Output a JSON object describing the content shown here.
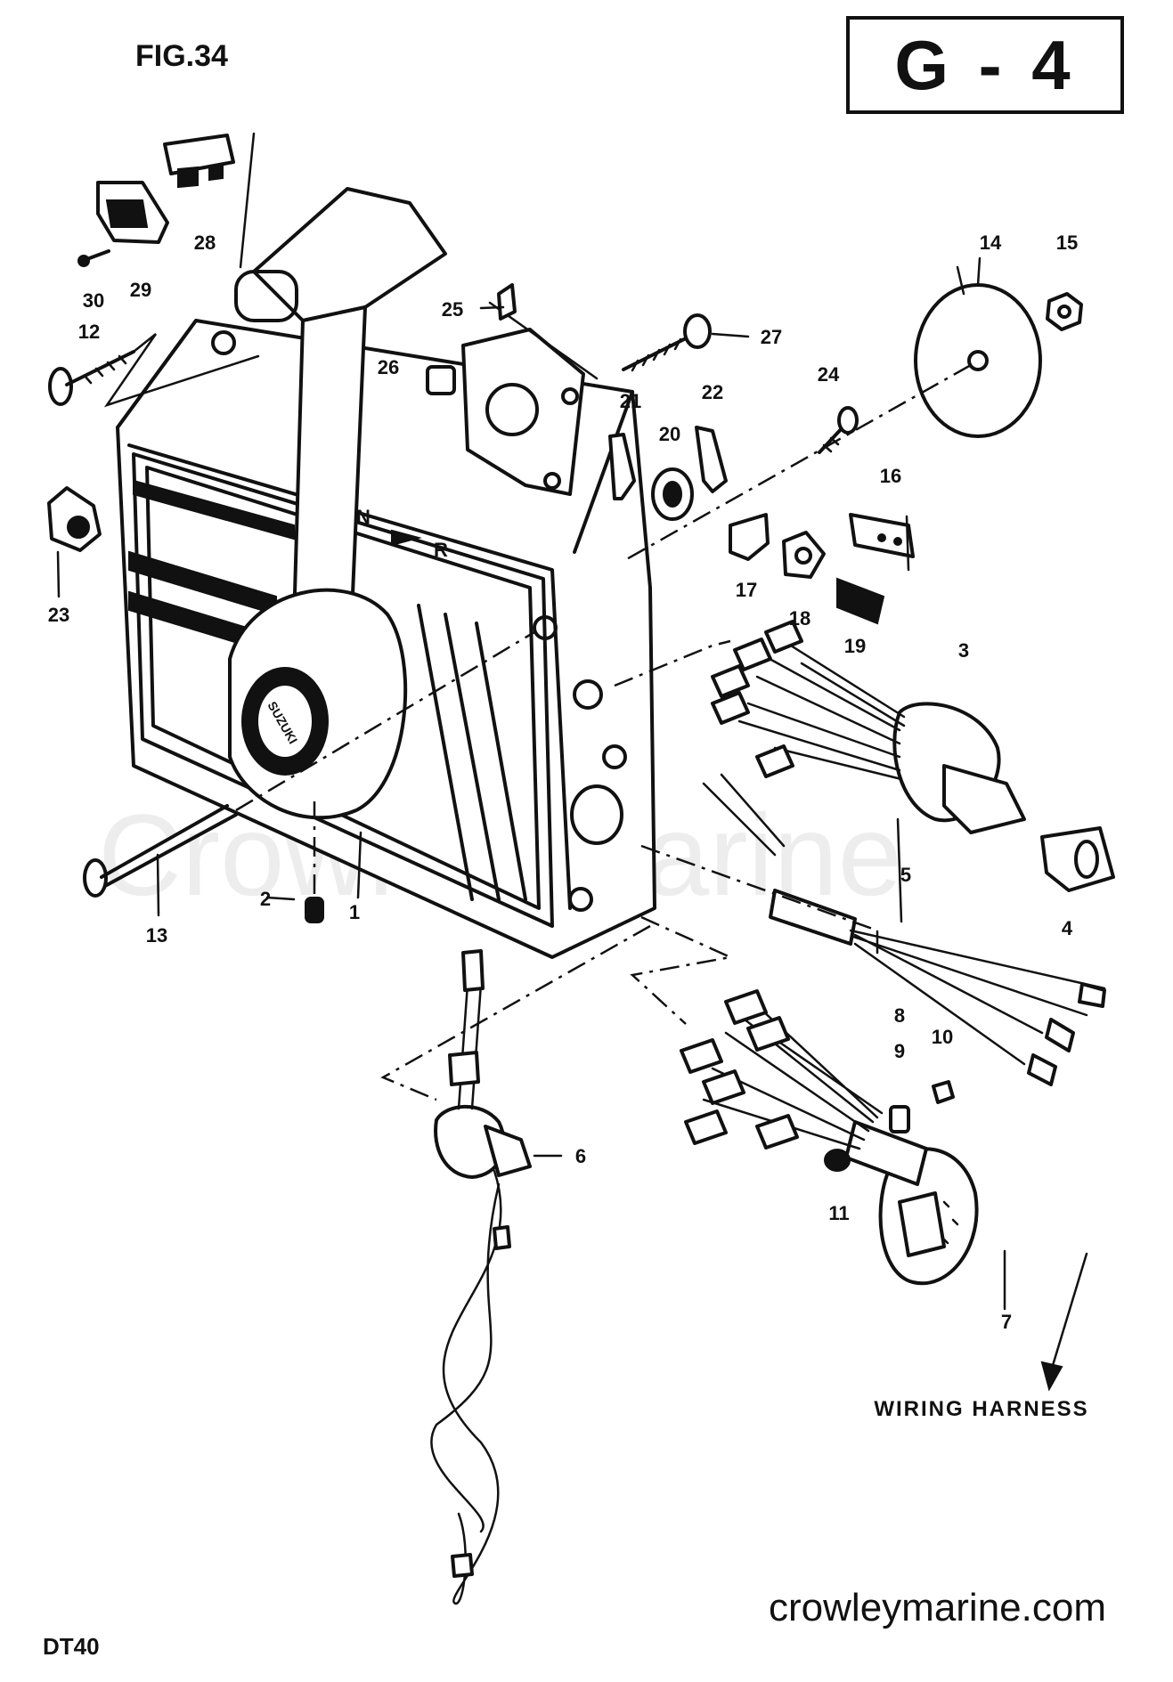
{
  "figure_title": "FIG.34",
  "section_code": "G - 4",
  "model": "DT40",
  "wiring_label": "WIRING HARNESS",
  "website": "crowleymarine.com",
  "watermark": "Crowley Marine",
  "lever_badge": "SUZUKI",
  "shift_marks": [
    "N",
    "R"
  ],
  "callouts": [
    "1",
    "2",
    "3",
    "4",
    "5",
    "6",
    "7",
    "8",
    "9",
    "10",
    "11",
    "12",
    "13",
    "14",
    "15",
    "16",
    "17",
    "18",
    "19",
    "20",
    "21",
    "22",
    "23",
    "24",
    "25",
    "26",
    "27",
    "28",
    "29",
    "30"
  ]
}
